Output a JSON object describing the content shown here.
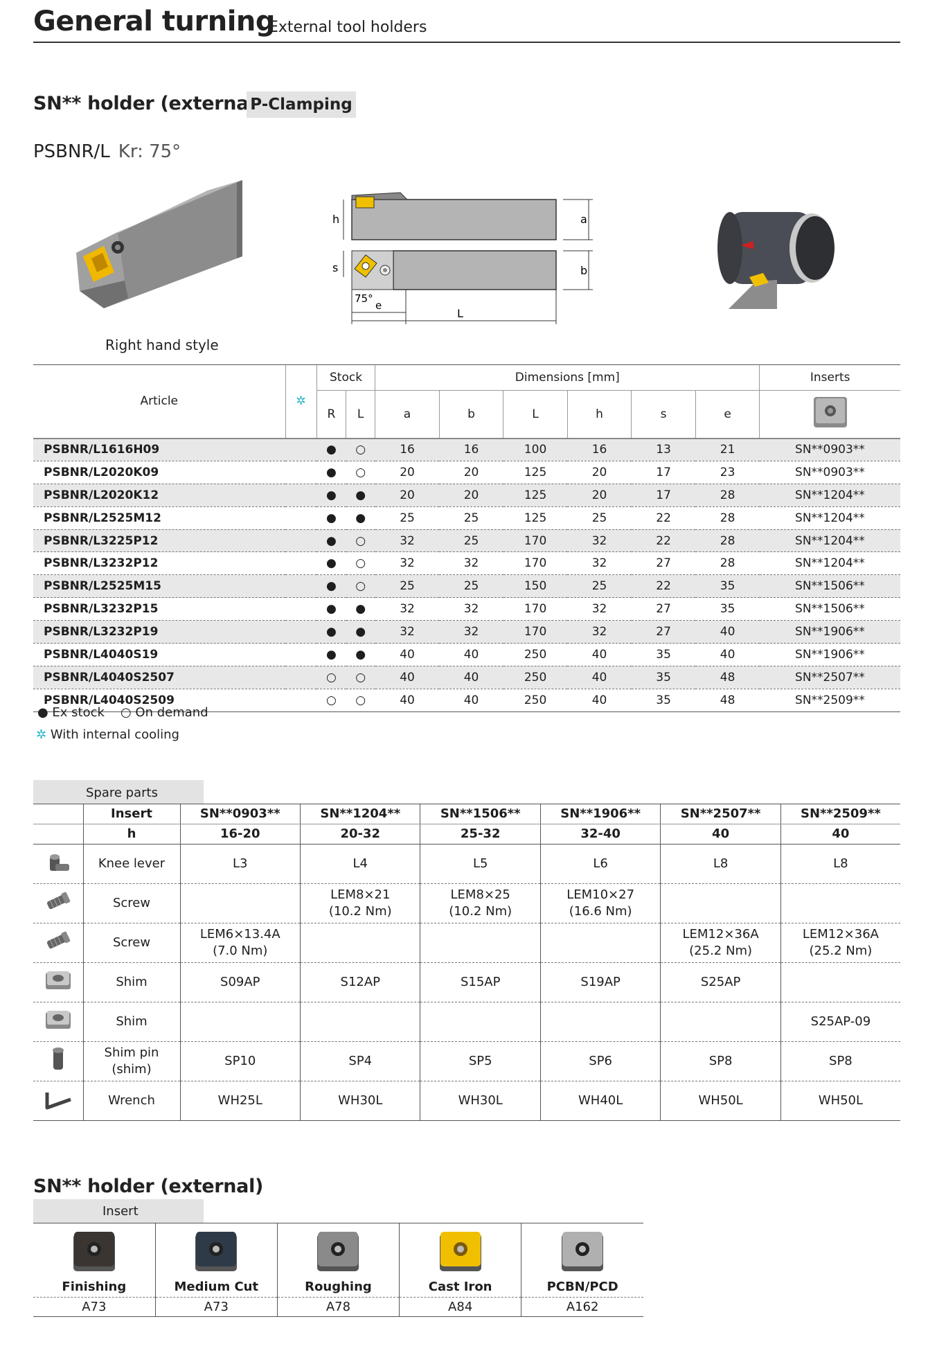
{
  "header": {
    "title": "General turning",
    "subtitle": "External tool holders"
  },
  "section1": {
    "title": "SN** holder (external)",
    "tag": "P-Clamping"
  },
  "model": {
    "name": "PSBNR/L",
    "kr": "Kr: 75°"
  },
  "figure": {
    "caption": "Right hand style",
    "labels": {
      "h": "h",
      "a": "a",
      "s": "s",
      "b": "b",
      "angle": "75°",
      "e": "e",
      "L": "L"
    }
  },
  "table": {
    "article_label": "Article",
    "cooling_symbol": "✲",
    "stock_label": "Stock",
    "dimensions_label": "Dimensions [mm]",
    "inserts_label": "Inserts",
    "cols": [
      "R",
      "L",
      "a",
      "b",
      "L",
      "h",
      "s",
      "e"
    ],
    "rows": [
      {
        "article": "PSBNR/L1616H09",
        "R": "●",
        "L": "○",
        "a": "16",
        "b": "16",
        "Ln": "100",
        "h": "16",
        "s": "13",
        "e": "21",
        "insert": "SN**0903**"
      },
      {
        "article": "PSBNR/L2020K09",
        "R": "●",
        "L": "○",
        "a": "20",
        "b": "20",
        "Ln": "125",
        "h": "20",
        "s": "17",
        "e": "23",
        "insert": "SN**0903**"
      },
      {
        "article": "PSBNR/L2020K12",
        "R": "●",
        "L": "●",
        "a": "20",
        "b": "20",
        "Ln": "125",
        "h": "20",
        "s": "17",
        "e": "28",
        "insert": "SN**1204**"
      },
      {
        "article": "PSBNR/L2525M12",
        "R": "●",
        "L": "●",
        "a": "25",
        "b": "25",
        "Ln": "125",
        "h": "25",
        "s": "22",
        "e": "28",
        "insert": "SN**1204**"
      },
      {
        "article": "PSBNR/L3225P12",
        "R": "●",
        "L": "○",
        "a": "32",
        "b": "25",
        "Ln": "170",
        "h": "32",
        "s": "22",
        "e": "28",
        "insert": "SN**1204**"
      },
      {
        "article": "PSBNR/L3232P12",
        "R": "●",
        "L": "○",
        "a": "32",
        "b": "32",
        "Ln": "170",
        "h": "32",
        "s": "27",
        "e": "28",
        "insert": "SN**1204**"
      },
      {
        "article": "PSBNR/L2525M15",
        "R": "●",
        "L": "○",
        "a": "25",
        "b": "25",
        "Ln": "150",
        "h": "25",
        "s": "22",
        "e": "35",
        "insert": "SN**1506**"
      },
      {
        "article": "PSBNR/L3232P15",
        "R": "●",
        "L": "●",
        "a": "32",
        "b": "32",
        "Ln": "170",
        "h": "32",
        "s": "27",
        "e": "35",
        "insert": "SN**1506**"
      },
      {
        "article": "PSBNR/L3232P19",
        "R": "●",
        "L": "●",
        "a": "32",
        "b": "32",
        "Ln": "170",
        "h": "32",
        "s": "27",
        "e": "40",
        "insert": "SN**1906**"
      },
      {
        "article": "PSBNR/L4040S19",
        "R": "●",
        "L": "●",
        "a": "40",
        "b": "40",
        "Ln": "250",
        "h": "40",
        "s": "35",
        "e": "40",
        "insert": "SN**1906**"
      },
      {
        "article": "PSBNR/L4040S2507",
        "R": "○",
        "L": "○",
        "a": "40",
        "b": "40",
        "Ln": "250",
        "h": "40",
        "s": "35",
        "e": "48",
        "insert": "SN**2507**"
      },
      {
        "article": "PSBNR/L4040S2509",
        "R": "○",
        "L": "○",
        "a": "40",
        "b": "40",
        "Ln": "250",
        "h": "40",
        "s": "35",
        "e": "48",
        "insert": "SN**2509**"
      }
    ]
  },
  "legend": {
    "ex_stock": "● Ex stock",
    "on_demand": "○ On demand",
    "cooling": "With internal cooling"
  },
  "spare": {
    "tab": "Spare parts",
    "insert_label": "Insert",
    "h_label": "h",
    "inserts": [
      "SN**0903**",
      "SN**1204**",
      "SN**1506**",
      "SN**1906**",
      "SN**2507**",
      "SN**2509**"
    ],
    "h_values": [
      "16-20",
      "20-32",
      "25-32",
      "32-40",
      "40",
      "40"
    ],
    "rows": [
      {
        "name": "Knee lever",
        "icon": "knee-lever-icon",
        "vals": [
          "L3",
          "L4",
          "L5",
          "L6",
          "L8",
          "L8"
        ]
      },
      {
        "name": "Screw",
        "icon": "screw-icon",
        "vals": [
          "",
          "LEM8×21\n(10.2 Nm)",
          "LEM8×25\n(10.2 Nm)",
          "LEM10×27\n(16.6 Nm)",
          "",
          ""
        ]
      },
      {
        "name": "Screw",
        "icon": "screw-icon",
        "vals": [
          "LEM6×13.4A\n(7.0 Nm)",
          "",
          "",
          "",
          "LEM12×36A\n(25.2 Nm)",
          "LEM12×36A\n(25.2 Nm)"
        ]
      },
      {
        "name": "Shim",
        "icon": "shim-icon",
        "vals": [
          "S09AP",
          "S12AP",
          "S15AP",
          "S19AP",
          "S25AP",
          ""
        ]
      },
      {
        "name": "Shim",
        "icon": "shim-icon",
        "vals": [
          "",
          "",
          "",
          "",
          "",
          "S25AP-09"
        ]
      },
      {
        "name": "Shim pin (shim)",
        "icon": "shim-pin-icon",
        "vals": [
          "SP10",
          "SP4",
          "SP5",
          "SP6",
          "SP8",
          "SP8"
        ]
      },
      {
        "name": "Wrench",
        "icon": "wrench-icon",
        "vals": [
          "WH25L",
          "WH30L",
          "WH30L",
          "WH40L",
          "WH50L",
          "WH50L"
        ]
      }
    ]
  },
  "section2": {
    "title": "SN** holder (external)",
    "tab": "Insert"
  },
  "insert_types": [
    {
      "name": "Finishing",
      "code": "A73",
      "color": "#3a3530"
    },
    {
      "name": "Medium Cut",
      "code": "A73",
      "color": "#2e3a48"
    },
    {
      "name": "Roughing",
      "code": "A78",
      "color": "#8a8a8a"
    },
    {
      "name": "Cast Iron",
      "code": "A84",
      "color": "#f0c000"
    },
    {
      "name": "PCBN/PCD",
      "code": "A162",
      "color": "#b0b0b0"
    }
  ]
}
